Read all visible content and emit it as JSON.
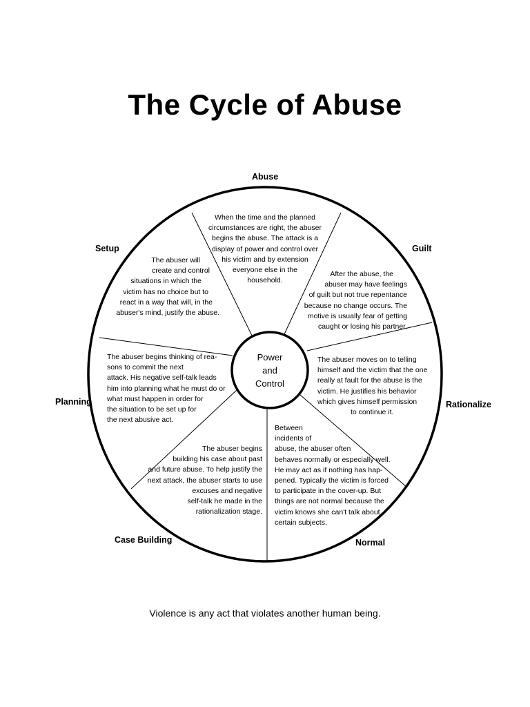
{
  "title": "The Cycle of Abuse",
  "center": [
    "Power",
    "and",
    "Control"
  ],
  "footer": "Violence is any act that violates another human being.",
  "segments": {
    "abuse": {
      "label": "Abuse",
      "lines": [
        "When the time and the planned",
        "circumstances are right, the abuser",
        "begins the abuse. The attack is a",
        "display of power and control over",
        "his victim and by extension",
        "everyone else in the",
        "household."
      ]
    },
    "guilt": {
      "label": "Guilt",
      "lines": [
        "After the abuse, the",
        "abuser may have feelings",
        "of guilt but not true repentance",
        "because no change occurs. The",
        "motive is usually fear of getting",
        "caught or  losing his partner."
      ]
    },
    "rationalize": {
      "label": "Rationalize",
      "lines": [
        "The abuser moves on to telling",
        "himself and the victim that the one",
        "really at fault for the abuse is the",
        "victim. He justifies his behavior",
        "which gives himself permission",
        "to continue it."
      ]
    },
    "normal": {
      "label": "Normal",
      "lines": [
        "Between",
        "incidents of",
        "abuse, the abuser often",
        "behaves normally or especially well.",
        "He may act as if nothing has hap-",
        "pened. Typically the victim is forced",
        "to participate in the cover-up. But",
        "things are not normal because the",
        "victim knows she can't talk about",
        "certain subjects."
      ]
    },
    "case_building": {
      "label": "Case Building",
      "lines": [
        "The abuser begins",
        "building his case about past",
        "and future abuse. To help justify the",
        "next attack, the abuser starts to use",
        "excuses and negative",
        "self-talk he made in the",
        "rationalization stage."
      ]
    },
    "planning": {
      "label": "Planning",
      "lines": [
        "The abuser begins thinking of rea-",
        "sons to commit the next",
        "attack. His negative self-talk leads",
        "him into planning what he must do or",
        "what must happen in order for",
        "the situation to be set up for",
        "the next abusive act."
      ]
    },
    "setup": {
      "label": "Setup",
      "lines": [
        "The abuser will",
        "create and control",
        "situations in which the",
        "victim has no choice but to",
        "react in a way that will, in the",
        "abuser's mind, justify the abuse."
      ]
    }
  }
}
